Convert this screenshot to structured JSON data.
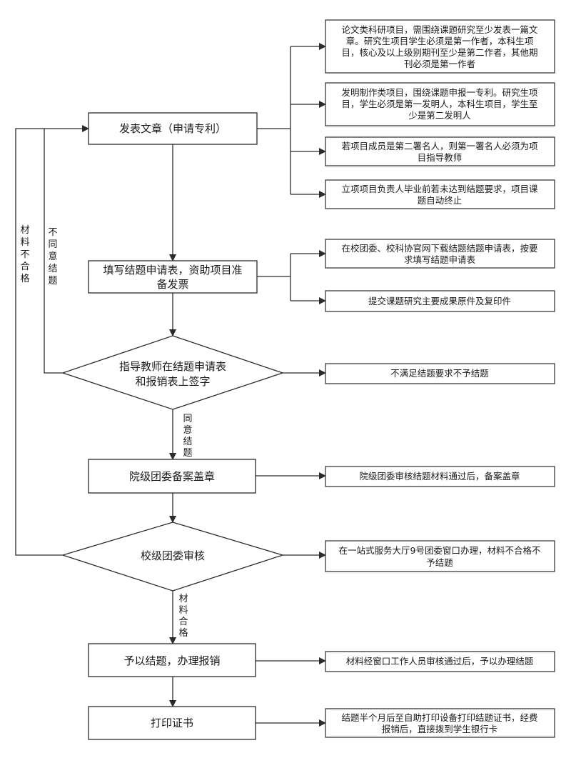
{
  "main_steps": {
    "publish": "发表文章（申请专利）",
    "fill_form": [
      "填写结题申请表，资助项目准",
      "备发票"
    ],
    "advisor_sign": [
      "指导教师在结题申请表",
      "和报销表上签字"
    ],
    "college_stamp": "院级团委备案盖章",
    "school_review": "校级团委审核",
    "reimburse": "予以结题，办理报销",
    "print_cert": "打印证书"
  },
  "notes": {
    "paper": [
      "论文类科研项目，需围绕课题研究至少发表一篇文",
      "章。研究生项目学生必须是第一作者，本科生项",
      "目，核心及以上级别期刊至少是第二作者，其他期",
      "刊必须是第一作者"
    ],
    "invention": [
      "发明制作类项目，围绕课题申报一专利。研究生项",
      "目，学生必须是第一发明人，本科生项目，学生至",
      "少是第二发明人"
    ],
    "second_author": [
      "若项目成员是第二署名人，则第一署名人必须为项",
      "目指导教师"
    ],
    "graduation": [
      "立项项目负责人毕业前若未达到结题要求，项目课",
      "题自动终止"
    ],
    "download": [
      "在校团委、校科协官网下载结题结题申请表，按要",
      "求填写结题申请表"
    ],
    "submit": "提交课题研究主要成果原件及复印件",
    "not_meet": "不满足结题要求不予结题",
    "college_pass": "院级团委审核结题材料通过后，备案盖章",
    "window": [
      "在一站式服务大厅9号团委窗口办理，材料不合格不",
      "予结题"
    ],
    "window_pass": "材料经窗口工作人员审核通过后，予以办理结题",
    "cert": [
      "结题半个月后至自助打印设备打印结题证书，经费",
      "报销后，直接拨到学生银行卡"
    ]
  },
  "edge_labels": {
    "material_fail": [
      "材",
      "料",
      "不",
      "合",
      "格"
    ],
    "disagree": [
      "不",
      "同",
      "意",
      "结",
      "题"
    ],
    "agree": [
      "同",
      "意",
      "结",
      "题"
    ],
    "material_ok": [
      "材",
      "料",
      "合",
      "格"
    ]
  },
  "colors": {
    "stroke": "#2b2b2b",
    "fill": "#ffffff",
    "text": "#1a1a1a"
  }
}
